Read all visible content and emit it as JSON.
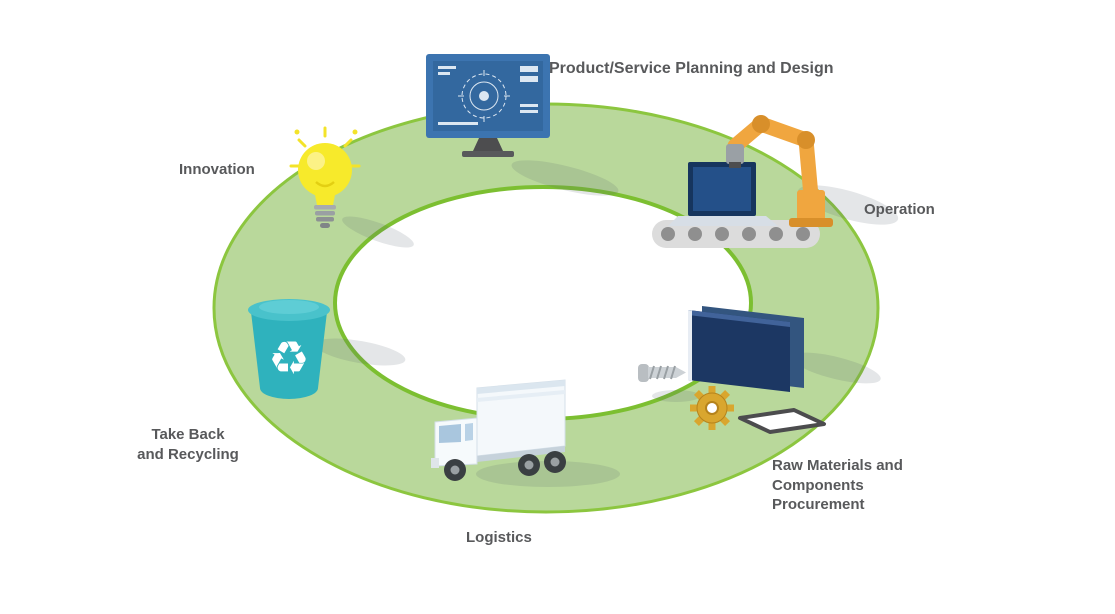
{
  "page": {
    "background": "#ffffff"
  },
  "diagram": {
    "labels": {
      "product_planning": "Product/Service Planning and Design",
      "operation": "Operation",
      "raw_materials": "Raw Materials and\nComponents\nProcurement",
      "logistics": "Logistics",
      "take_back": "Take Back\nand Recycling",
      "innovation": "Innovation"
    },
    "colors": {
      "ring_fill": "#b9d89b",
      "ring_stroke": "#7cbf31",
      "label_text": "#58595b",
      "monitor_blue": "#3c74b0",
      "robot_orange": "#f0a63f",
      "bulb_yellow": "#f7ea2b",
      "bin_teal": "#2fb2bd",
      "truck_white": "#f4f8fb",
      "panel_navy": "#1c3763",
      "gear_gold": "#d9a62e",
      "screw_grey": "#cdd2d6",
      "shadow": "#55606b"
    },
    "icons": {
      "recycle_glyph": "♻"
    }
  }
}
